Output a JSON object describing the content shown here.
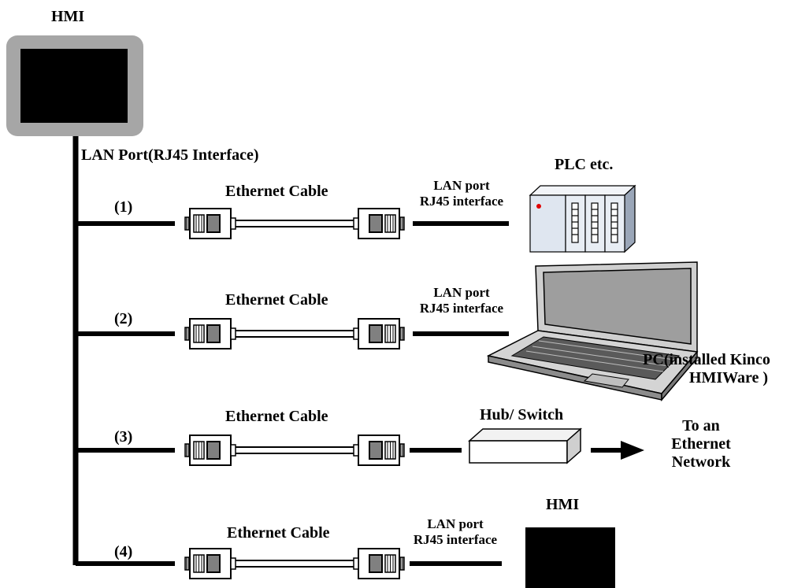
{
  "hmi_top": {
    "label": "HMI"
  },
  "lan_port_label": "LAN Port(RJ45 Interface)",
  "branches": [
    {
      "index_label": "(1)",
      "cable_label": "Ethernet Cable",
      "port_label_line1": "LAN port",
      "port_label_line2": "RJ45 interface"
    },
    {
      "index_label": "(2)",
      "cable_label": "Ethernet Cable",
      "port_label_line1": "LAN port",
      "port_label_line2": "RJ45 interface"
    },
    {
      "index_label": "(3)",
      "cable_label": "Ethernet Cable"
    },
    {
      "index_label": "(4)",
      "cable_label": "Ethernet Cable",
      "port_label_line1": "LAN port",
      "port_label_line2": "RJ45 interface"
    }
  ],
  "devices": {
    "plc": {
      "label": "PLC etc."
    },
    "pc": {
      "label_line1": "PC(installed Kinco",
      "label_line2": "HMIWare )"
    },
    "hub": {
      "label": "Hub/ Switch"
    },
    "network": {
      "label_line1": "To an",
      "label_line2": "Ethernet",
      "label_line3": "Network"
    },
    "hmi_bottom": {
      "label": "HMI"
    }
  },
  "colors": {
    "line": "#000000",
    "bezel": "#a6a6a6",
    "screen": "#000000",
    "plc_body": "#dfe6f0",
    "laptop_body": "#c8c8c8"
  }
}
